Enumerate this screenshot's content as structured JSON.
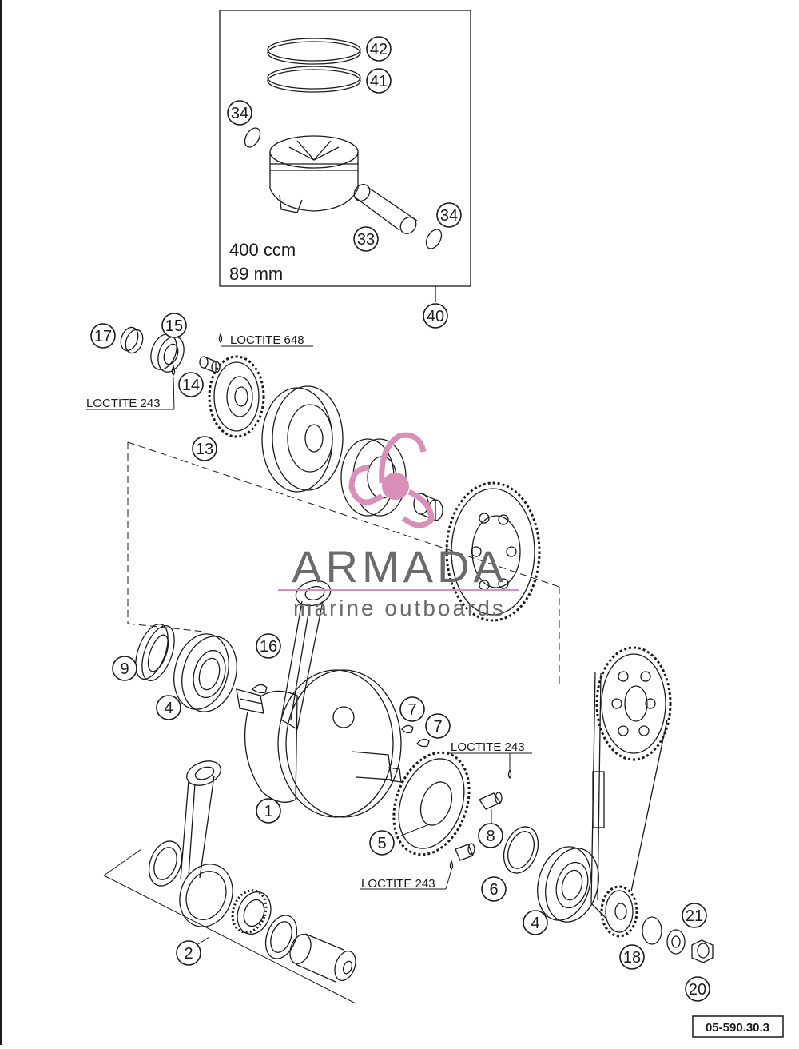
{
  "piston_kit": {
    "displacement": "400 ccm",
    "bore": "89 mm"
  },
  "callouts": [
    "42",
    "41",
    "34",
    "34",
    "33",
    "40",
    "17",
    "15",
    "14",
    "13",
    "16",
    "9",
    "4",
    "7",
    "7",
    "1",
    "2",
    "5",
    "8",
    "6",
    "4",
    "21",
    "18",
    "20"
  ],
  "notes": [
    "LOCTITE 648",
    "LOCTITE 243",
    "LOCTITE 243",
    "LOCTITE 243"
  ],
  "watermark": {
    "brand": "ARMADA",
    "tagline": "marine outboards"
  },
  "drawing_code": "05-590.30.3",
  "colors": {
    "ink": "#1a1a1a",
    "watermark_gray": "#6b6b6b",
    "watermark_pink": "#d98fb8"
  }
}
